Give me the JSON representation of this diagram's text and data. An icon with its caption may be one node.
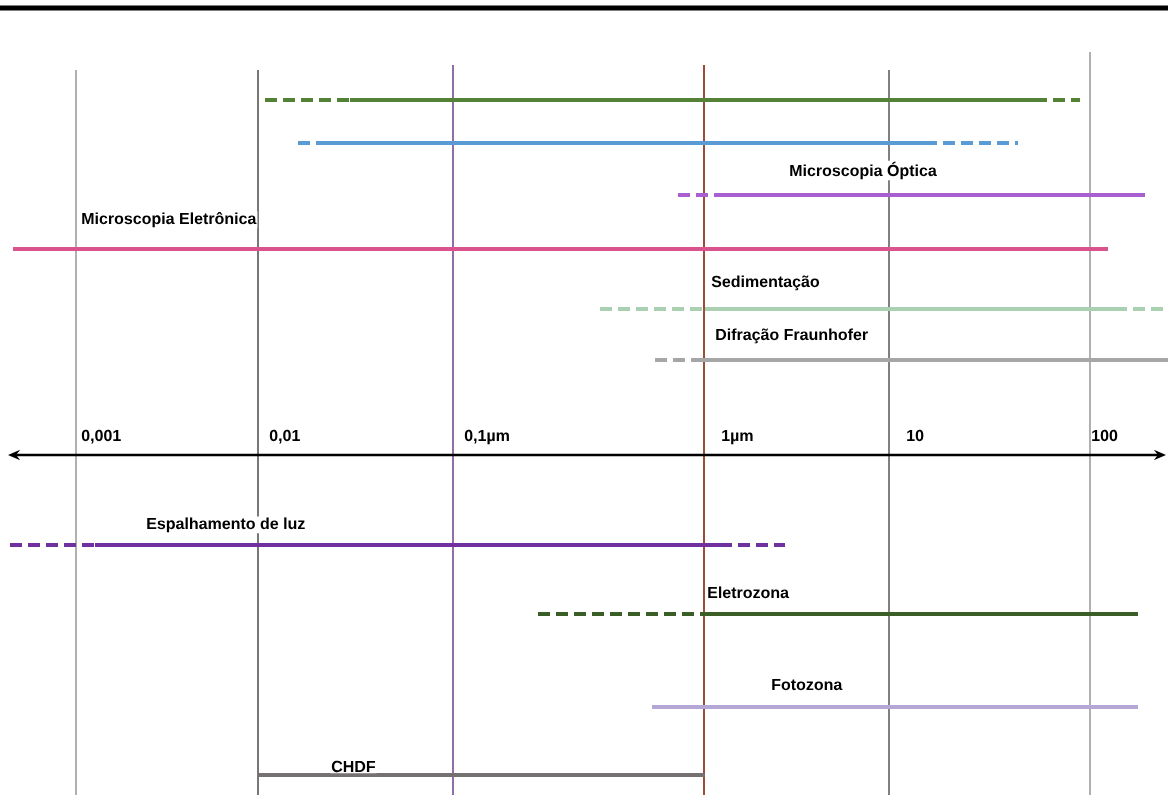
{
  "diagram": {
    "nodes": [
      {
        "text": [],
        "shape": "bar"
      },
      {
        "text": [],
        "shape": "bar"
      },
      {
        "text": [
          "Microscopia Óptica"
        ]
      },
      {
        "text": [
          "Microscopia Eletrônica"
        ]
      },
      {
        "text": [
          "Sedimentação"
        ]
      },
      {
        "text": [
          "Difração Fraunhofer"
        ]
      },
      {
        "text": [
          "Espalhamento de luz"
        ]
      },
      {
        "text": [
          "Eletrozona"
        ]
      },
      {
        "text": [
          "Fotozona"
        ]
      },
      {
        "text": [
          "CHDF"
        ]
      }
    ],
    "labels": [
      "0,001",
      "0,01",
      "0,1µm",
      "1µm",
      "10",
      "100"
    ]
  }
}
